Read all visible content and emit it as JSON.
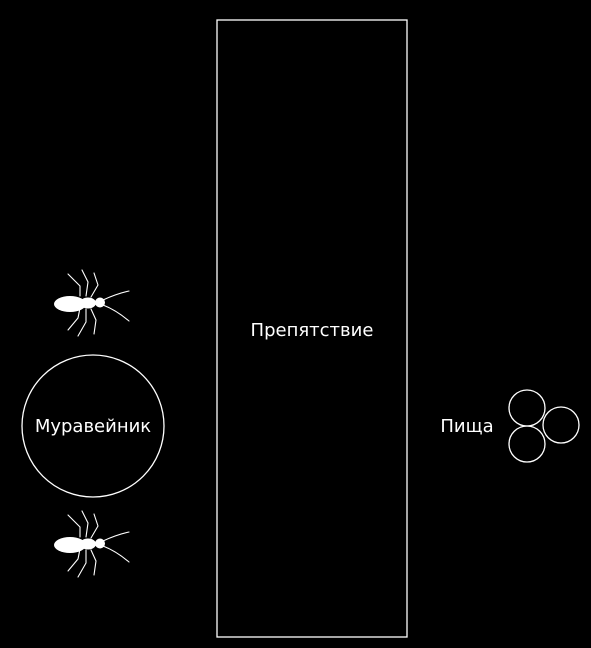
{
  "colors": {
    "background": "#000000",
    "foreground": "#ffffff"
  },
  "nest": {
    "label": "Муравейник"
  },
  "obstacle": {
    "label": "Препятствие"
  },
  "food": {
    "label": "Пища",
    "pellet_count": 3
  },
  "ants": [
    {
      "icon": "ant-icon"
    },
    {
      "icon": "ant-icon"
    }
  ]
}
